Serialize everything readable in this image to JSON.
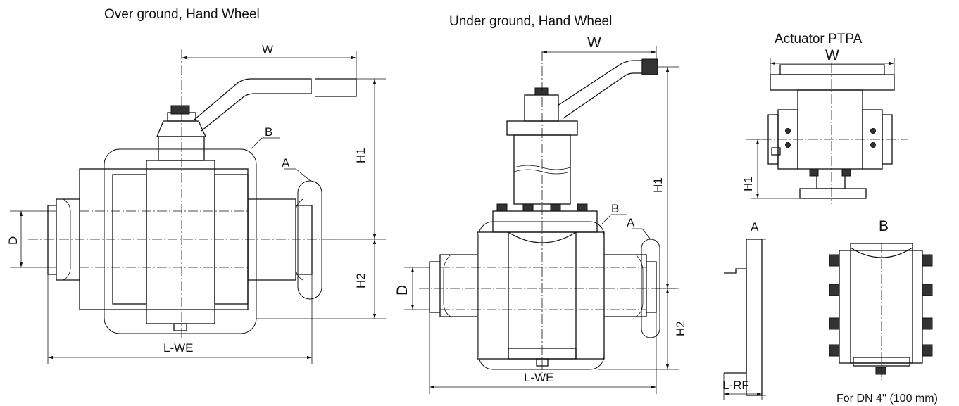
{
  "titles": {
    "over_ground": "Over ground, Hand Wheel",
    "under_ground": "Under ground, Hand Wheel",
    "actuator": "Actuator PTPA"
  },
  "dims": {
    "w": "W",
    "w_under": "W",
    "w_actuator": "W",
    "h1": "H1",
    "h2": "H2",
    "d": "D",
    "l_we": "L-WE",
    "l_rf": "L-RF"
  },
  "detail_labels": {
    "a": "A",
    "b": "B"
  },
  "notes": {
    "dn": "For DN 4'' (100 mm)"
  }
}
